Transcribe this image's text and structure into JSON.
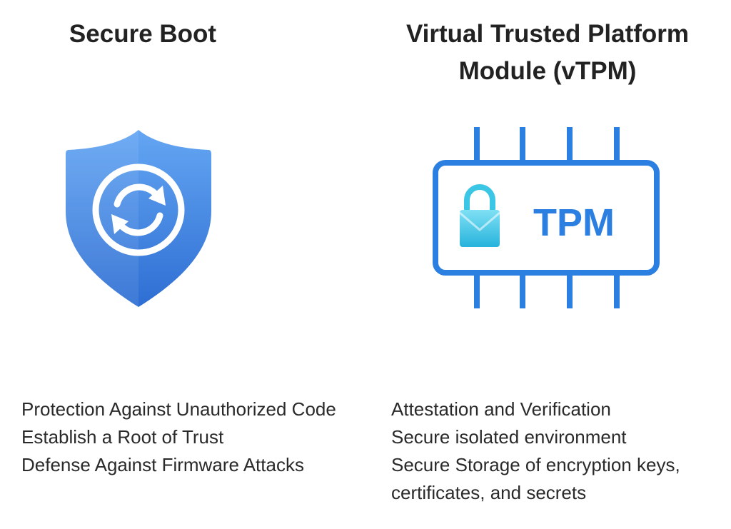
{
  "secure_boot": {
    "title": "Secure Boot",
    "icon": "shield-refresh-icon",
    "features": [
      "Protection Against Unauthorized Code",
      "Establish a Root of Trust",
      "Defense Against Firmware Attacks"
    ]
  },
  "vtpm": {
    "title_line1": "Virtual Trusted Platform",
    "title_line2": "Module (vTPM)",
    "icon": "tpm-chip-icon",
    "chip_label": "TPM",
    "features": [
      "Attestation and Verification",
      "Secure isolated environment",
      "Secure Storage of encryption keys, certificates, and secrets"
    ]
  },
  "colors": {
    "shield_light": "#5b9ef0",
    "shield_dark": "#2f6fd4",
    "chip_blue": "#2a7fe0",
    "lock_teal": "#3cc6e6"
  }
}
